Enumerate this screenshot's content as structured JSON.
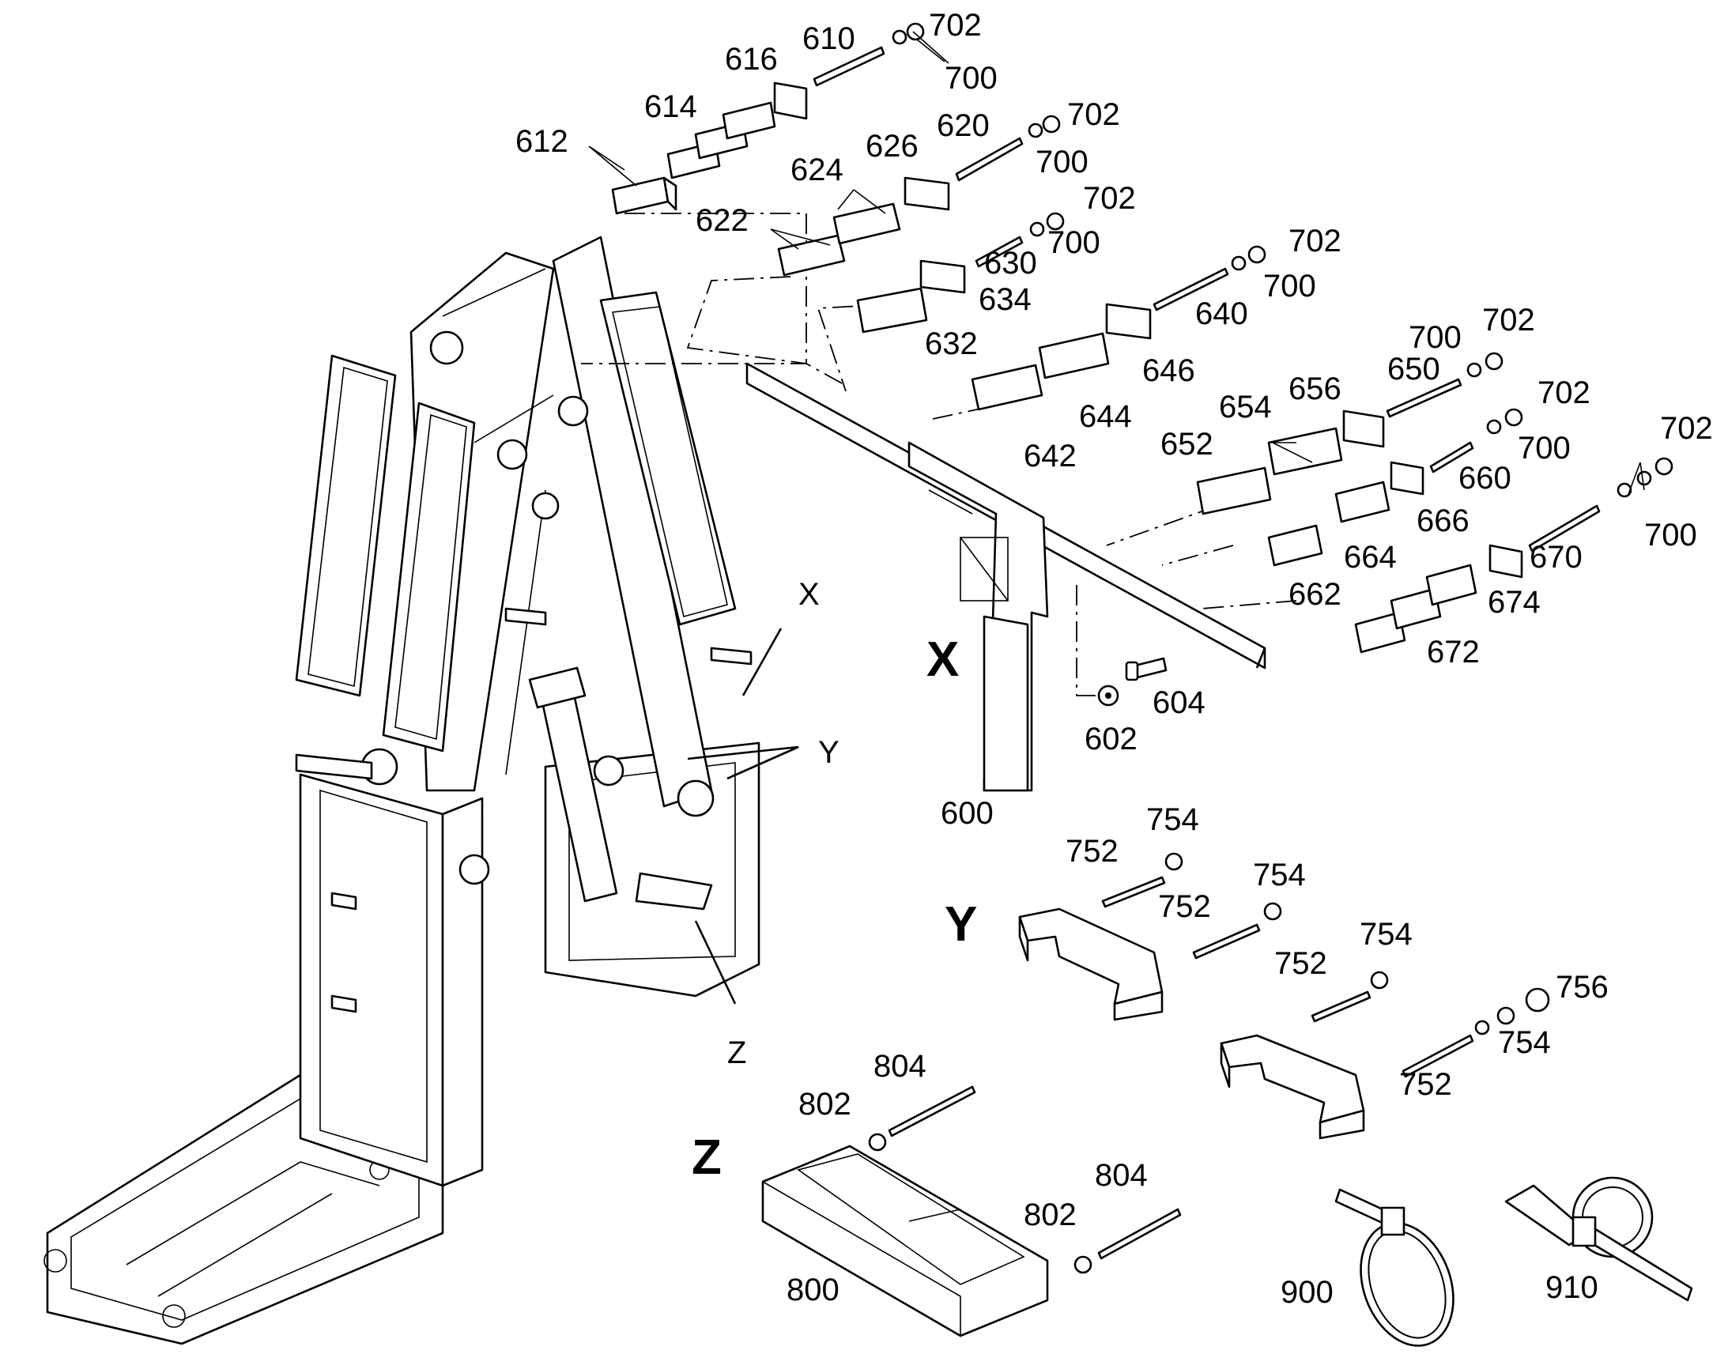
{
  "callouts": [
    "610",
    "702",
    "616",
    "700",
    "614",
    "620",
    "702",
    "612",
    "626",
    "700",
    "624",
    "702",
    "622",
    "630",
    "700",
    "634",
    "702",
    "640",
    "700",
    "632",
    "646",
    "700",
    "702",
    "644",
    "650",
    "656",
    "654",
    "702",
    "652",
    "642",
    "700",
    "660",
    "666",
    "702",
    "664",
    "670",
    "700",
    "662",
    "674",
    "672",
    "600",
    "604",
    "602",
    "754",
    "752",
    "754",
    "752",
    "754",
    "752",
    "756",
    "754",
    "752",
    "804",
    "802",
    "804",
    "802",
    "800",
    "900",
    "910"
  ],
  "views": [
    "X",
    "Y",
    "Z"
  ],
  "detail_markers": [
    "X",
    "Y",
    "Z"
  ]
}
